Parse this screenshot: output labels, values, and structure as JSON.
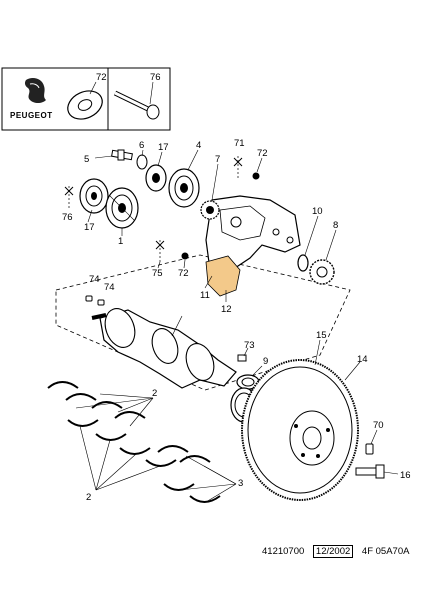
{
  "brand": "PEUGEOT",
  "inset": {
    "ref_a": "72",
    "ref_b": "76"
  },
  "callouts": {
    "c2a": "2",
    "c2b": "2",
    "c3": "3",
    "c4": "4",
    "c5": "5",
    "c6": "6",
    "c7": "7",
    "c8": "8",
    "c9": "9",
    "c10": "10",
    "c11": "11",
    "c12": "12",
    "c14": "14",
    "c15": "15",
    "c16": "16",
    "c17a": "17",
    "c17b": "17",
    "c70": "70",
    "c71": "71",
    "c72a": "72",
    "c72b": "72",
    "c73": "73",
    "c74a": "74",
    "c74b": "74",
    "c75": "75",
    "c76": "76",
    "c1": "1"
  },
  "footer": {
    "ref": "41210700",
    "date": "12/2002",
    "code": "4F 05A70A"
  },
  "colors": {
    "line": "#000000",
    "highlight": "#f3c98a",
    "fill": "#ffffff"
  }
}
